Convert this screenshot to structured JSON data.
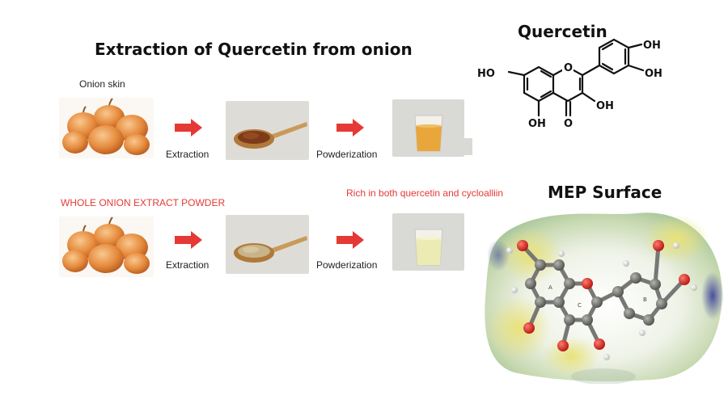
{
  "main_title": "Extraction of Quercetin from onion",
  "quercetin_title": "Quercetin",
  "mep_title": "MEP Surface",
  "row1": {
    "label": "Onion skin",
    "step1": "Extraction",
    "step2": "Powderization"
  },
  "row2": {
    "label": "WHOLE ONION EXTRACT POWDER",
    "note": "Rich in both quercetin and cycloalliin",
    "step1": "Extraction",
    "step2": "Powderization"
  },
  "structure": {
    "ho_left": "HO",
    "oh_top": "OH",
    "oh_right": "OH",
    "oh_ring": "OH",
    "oh_bottom": "OH",
    "o_ring": "O",
    "o_keto": "O"
  },
  "mep": {
    "ring_a": "A",
    "ring_b": "B",
    "ring_c": "C"
  },
  "colors": {
    "arrow": "#e53935",
    "accent_text": "#e53935",
    "oxygen": "#cc2222",
    "carbon": "#6b6b6b"
  }
}
